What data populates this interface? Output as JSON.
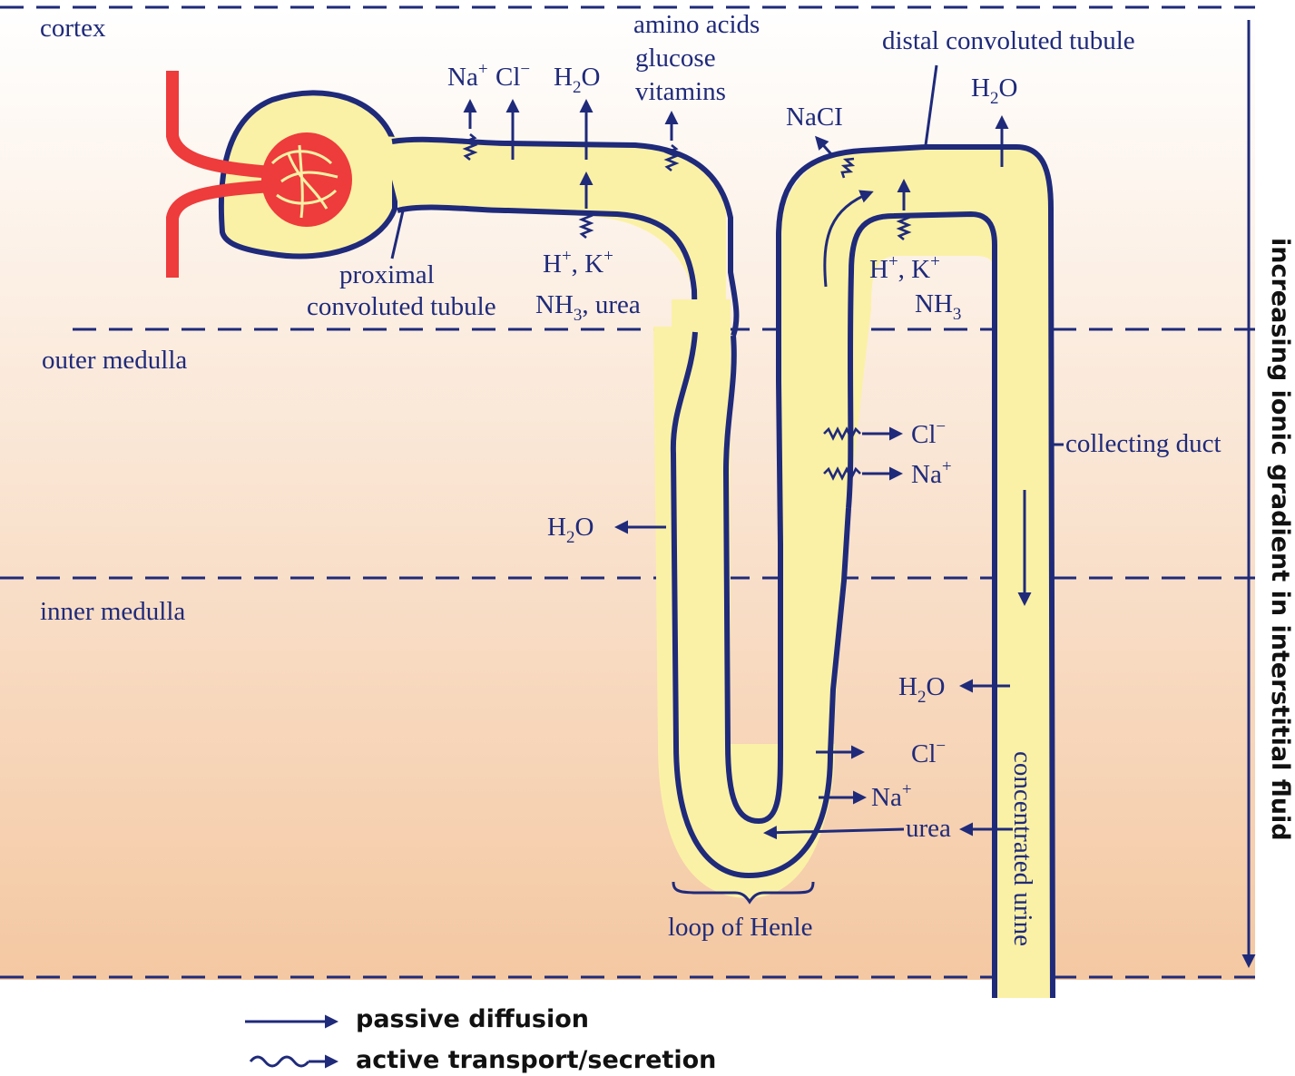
{
  "zones": {
    "cortex": "cortex",
    "outer_medulla": "outer medulla",
    "inner_medulla": "inner medulla"
  },
  "side_label": "increasing ionic gradient in interstitial fluid",
  "structures": {
    "proximal_line1": "proximal",
    "proximal_line2": "convoluted tubule",
    "distal": "distal convoluted tubule",
    "collecting_duct": "collecting duct",
    "loop": "loop of Henle",
    "urine": "concentrated urine"
  },
  "solutes": {
    "na": "Na",
    "na_sup": "+",
    "cl": "Cl",
    "cl_sup": "−",
    "h2o_h": "H",
    "h2o_sub": "2",
    "h2o_o": "O",
    "amino_acids": "amino acids",
    "glucose": "glucose",
    "vitamins": "vitamins",
    "nacl": "NaCI",
    "h_k_prox": "H",
    "h_k_sup": "+",
    "k": ", K",
    "nh": "NH",
    "nh_sub": "3",
    "urea_suffix": ", urea",
    "urea": "urea"
  },
  "legend": {
    "passive": "passive diffusion",
    "active": "active transport/secretion"
  },
  "colors": {
    "tubule_fill": "#fbf1a6",
    "outline": "#1f2a7a",
    "vessel": "#ee3b3b",
    "bg_top": "#ffffff",
    "bg_bottom": "#f4c8a2"
  }
}
